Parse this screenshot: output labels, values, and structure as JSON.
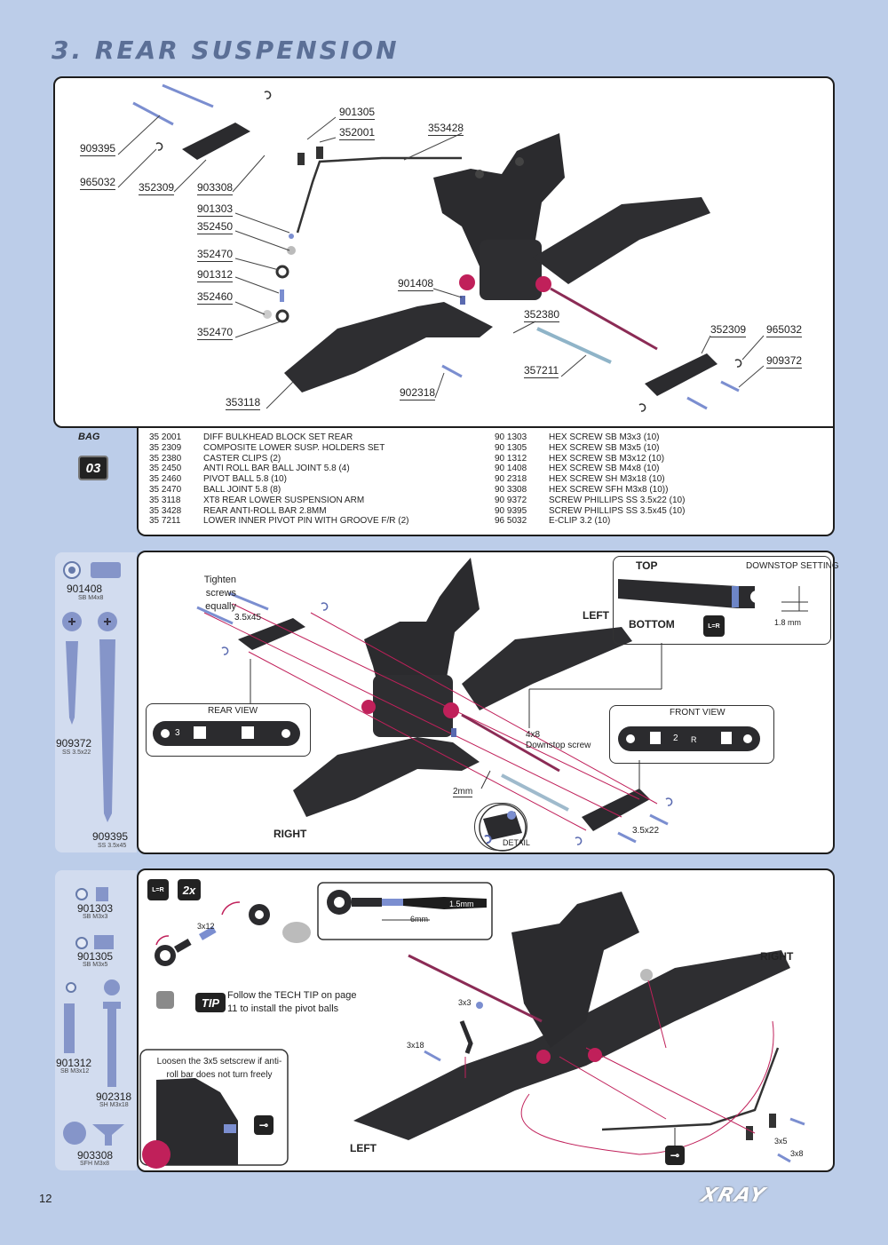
{
  "page": {
    "title": "3. REAR SUSPENSION",
    "page_number": "12",
    "brand": "XRAY"
  },
  "exploded_view": {
    "callouts": [
      {
        "id": "c1",
        "text": "901305"
      },
      {
        "id": "c2",
        "text": "352001"
      },
      {
        "id": "c3",
        "text": "353428"
      },
      {
        "id": "c4",
        "text": "909395"
      },
      {
        "id": "c5",
        "text": "965032"
      },
      {
        "id": "c6",
        "text": "352309"
      },
      {
        "id": "c7",
        "text": "903308"
      },
      {
        "id": "c8",
        "text": "901303"
      },
      {
        "id": "c9",
        "text": "352450"
      },
      {
        "id": "c10",
        "text": "352470"
      },
      {
        "id": "c11",
        "text": "901312"
      },
      {
        "id": "c12",
        "text": "352460"
      },
      {
        "id": "c13",
        "text": "352470"
      },
      {
        "id": "c14",
        "text": "901408"
      },
      {
        "id": "c15",
        "text": "352380"
      },
      {
        "id": "c16",
        "text": "352309"
      },
      {
        "id": "c17",
        "text": "965032"
      },
      {
        "id": "c18",
        "text": "909372"
      },
      {
        "id": "c19",
        "text": "357211"
      },
      {
        "id": "c20",
        "text": "902318"
      },
      {
        "id": "c21",
        "text": "353118"
      }
    ]
  },
  "bag": {
    "label": "BAG",
    "number": "03"
  },
  "parts_left": [
    {
      "code": "35 2001",
      "desc": "DIFF BULKHEAD BLOCK SET REAR"
    },
    {
      "code": "35 2309",
      "desc": "COMPOSITE LOWER SUSP. HOLDERS SET"
    },
    {
      "code": "35 2380",
      "desc": "CASTER CLIPS (2)"
    },
    {
      "code": "35 2450",
      "desc": "ANTI ROLL BAR BALL JOINT 5.8 (4)"
    },
    {
      "code": "35 2460",
      "desc": "PIVOT BALL 5.8 (10)"
    },
    {
      "code": "35 2470",
      "desc": "BALL JOINT 5.8 (8)"
    },
    {
      "code": "35 3118",
      "desc": "XT8 REAR LOWER SUSPENSION ARM"
    },
    {
      "code": "35 3428",
      "desc": "REAR ANTI-ROLL BAR 2.8MM"
    },
    {
      "code": "35 7211",
      "desc": "LOWER INNER PIVOT PIN WITH GROOVE F/R (2)"
    }
  ],
  "parts_right": [
    {
      "code": "90 1303",
      "desc": "HEX SCREW  SB M3x3  (10)"
    },
    {
      "code": "90 1305",
      "desc": "HEX SCREW  SB M3x5  (10)"
    },
    {
      "code": "90 1312",
      "desc": "HEX SCREW  SB M3x12  (10)"
    },
    {
      "code": "90 1408",
      "desc": "HEX SCREW  SB M4x8  (10)"
    },
    {
      "code": "90 2318",
      "desc": "HEX SCREW  SH M3x18  (10)"
    },
    {
      "code": "90 3308",
      "desc": "HEX SCREW  SFH M3x8  (10))"
    },
    {
      "code": "90 9372",
      "desc": "SCREW PHILLIPS SS 3.5x22  (10)"
    },
    {
      "code": "90 9395",
      "desc": "SCREW PHILLIPS SS 3.5x45  (10)"
    },
    {
      "code": "96 5032",
      "desc": "E-CLIP 3.2  (10)"
    }
  ],
  "step1": {
    "side_parts": [
      {
        "code": "901408",
        "spec": "SB M4x8"
      },
      {
        "code": "909372",
        "spec": "SS 3.5x22"
      },
      {
        "code": "909395",
        "spec": "SS 3.5x45"
      }
    ],
    "tighten": "Tighten screws equally",
    "screw_long": "3.5x45",
    "screw_short": "3.5x22",
    "left": "LEFT",
    "right": "RIGHT",
    "rear_view": "REAR VIEW",
    "rear_view_num": "3",
    "front_view": "FRONT VIEW",
    "front_view_num": "2",
    "front_view_r": "R",
    "top": "TOP",
    "bottom": "BOTTOM",
    "downstop_setting": "DOWNSTOP SETTING",
    "downstop_value": "1.8 mm",
    "downstop_screw_size": "4x8",
    "downstop_screw": "Downstop screw",
    "gap": "2mm",
    "detail": "DETAIL",
    "lr": "L=R"
  },
  "step2": {
    "side_parts": [
      {
        "code": "901303",
        "spec": "SB M3x3"
      },
      {
        "code": "901305",
        "spec": "SB M3x5"
      },
      {
        "code": "901312",
        "spec": "SB M3x12"
      },
      {
        "code": "902318",
        "spec": "SH M3x18"
      },
      {
        "code": "903308",
        "spec": "SFH M3x8"
      }
    ],
    "lr": "L=R",
    "qty": "2x",
    "screw_3x12": "3x12",
    "ball_len": "6mm",
    "hex_tool": "1.5mm",
    "tech_tip": "TIP",
    "tech_tip_text": "Follow the TECH TIP on page 11 to install the pivot balls",
    "loosen": "Loosen the 3x5 setscrew if anti-roll bar does not turn freely",
    "screw_3x3": "3x3",
    "screw_3x18": "3x18",
    "screw_3x5": "3x5",
    "screw_3x8": "3x8",
    "right": "RIGHT",
    "left": "LEFT"
  },
  "colors": {
    "background": "#bccde9",
    "accent": "#c0205a",
    "title": "#5b6f96",
    "part": "#2b2b2e",
    "screw": "#7b8ed0"
  }
}
